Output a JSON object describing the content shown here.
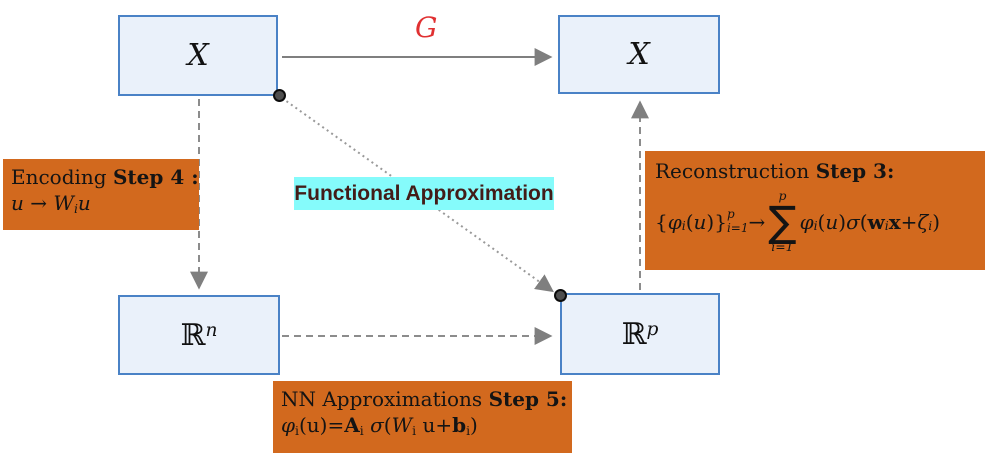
{
  "colors": {
    "box-fill": "#eaf1fa",
    "box-border": "#4a82c6",
    "orange": "#d2691e",
    "cyan-bg": "#85fbfb",
    "cyan-text": "#431c18",
    "red": "#e03031",
    "arrow-gray": "#7f7f7f",
    "dash-gray": "#8c8c8c",
    "dot-gray": "#999999",
    "ink": "#111111"
  },
  "nodes": {
    "top_left": {
      "math": [
        {
          "t": "X",
          "s": "cal"
        }
      ]
    },
    "top_right": {
      "math": [
        {
          "t": "X",
          "s": "cal"
        }
      ]
    },
    "bottom_left": {
      "math": [
        {
          "t": "ℝ",
          "s": "bb"
        },
        {
          "t": "n",
          "s": "sup"
        }
      ]
    },
    "bottom_right": {
      "math": [
        {
          "t": "ℝ",
          "s": "bb"
        },
        {
          "t": "p",
          "s": "sup"
        }
      ]
    }
  },
  "edges": {
    "operator_label": [
      {
        "t": "G",
        "s": "cal"
      }
    ],
    "functional_approximation_label": "Functional Approximation"
  },
  "annotations": {
    "encoding": {
      "title": [
        {
          "t": "Encoding ",
          "s": "r"
        },
        {
          "t": "Step 4 :",
          "s": "b"
        }
      ],
      "formula": [
        {
          "t": "u",
          "s": "i"
        },
        {
          "t": " → ",
          "s": "r"
        },
        {
          "t": "W",
          "s": "cal"
        },
        {
          "t": "i",
          "s": "sub"
        },
        {
          "t": "u",
          "s": "i"
        }
      ]
    },
    "reconstruction": {
      "title": [
        {
          "t": "Reconstruction ",
          "s": "r"
        },
        {
          "t": "Step 3:",
          "s": "b"
        }
      ],
      "formula": [
        {
          "t": "{",
          "s": "r"
        },
        {
          "t": "φ",
          "s": "i"
        },
        {
          "t": "i",
          "s": "sub"
        },
        {
          "t": "(",
          "s": "r"
        },
        {
          "t": "u",
          "s": "i"
        },
        {
          "t": ")}",
          "s": "r"
        },
        {
          "s": "supsub",
          "sup": "p",
          "sub": "i=1"
        },
        {
          "t": " → ",
          "s": "r"
        },
        {
          "s": "sum",
          "above": "p",
          "below": "i=1"
        },
        {
          "t": "φ",
          "s": "i"
        },
        {
          "t": "i",
          "s": "sub"
        },
        {
          "t": "(",
          "s": "r"
        },
        {
          "t": "u",
          "s": "i"
        },
        {
          "t": ")",
          "s": "r"
        },
        {
          "t": "σ",
          "s": "i"
        },
        {
          "t": "(",
          "s": "r"
        },
        {
          "t": "w",
          "s": "b"
        },
        {
          "t": "i",
          "s": "sub"
        },
        {
          "t": "x",
          "s": "b"
        },
        {
          "t": " + ",
          "s": "r"
        },
        {
          "t": "ζ",
          "s": "i"
        },
        {
          "t": "i",
          "s": "sub"
        },
        {
          "t": ")",
          "s": "r"
        }
      ]
    },
    "nn_approximation": {
      "title": [
        {
          "t": "NN Approximations ",
          "s": "r"
        },
        {
          "t": "Step 5:",
          "s": "b"
        }
      ],
      "formula": [
        {
          "t": "φ",
          "s": "i"
        },
        {
          "t": "i",
          "s": "rsub"
        },
        {
          "t": "(u)=",
          "s": "r"
        },
        {
          "t": "A",
          "s": "b"
        },
        {
          "t": "i",
          "s": "rsub"
        },
        {
          "t": " ",
          "s": "r"
        },
        {
          "t": "σ",
          "s": "i"
        },
        {
          "t": "(",
          "s": "r"
        },
        {
          "t": "W",
          "s": "cal"
        },
        {
          "t": "i",
          "s": "rsub"
        },
        {
          "t": " u+",
          "s": "r"
        },
        {
          "t": "b",
          "s": "b"
        },
        {
          "t": "i",
          "s": "rsub"
        },
        {
          "t": ")",
          "s": "r"
        }
      ]
    }
  }
}
